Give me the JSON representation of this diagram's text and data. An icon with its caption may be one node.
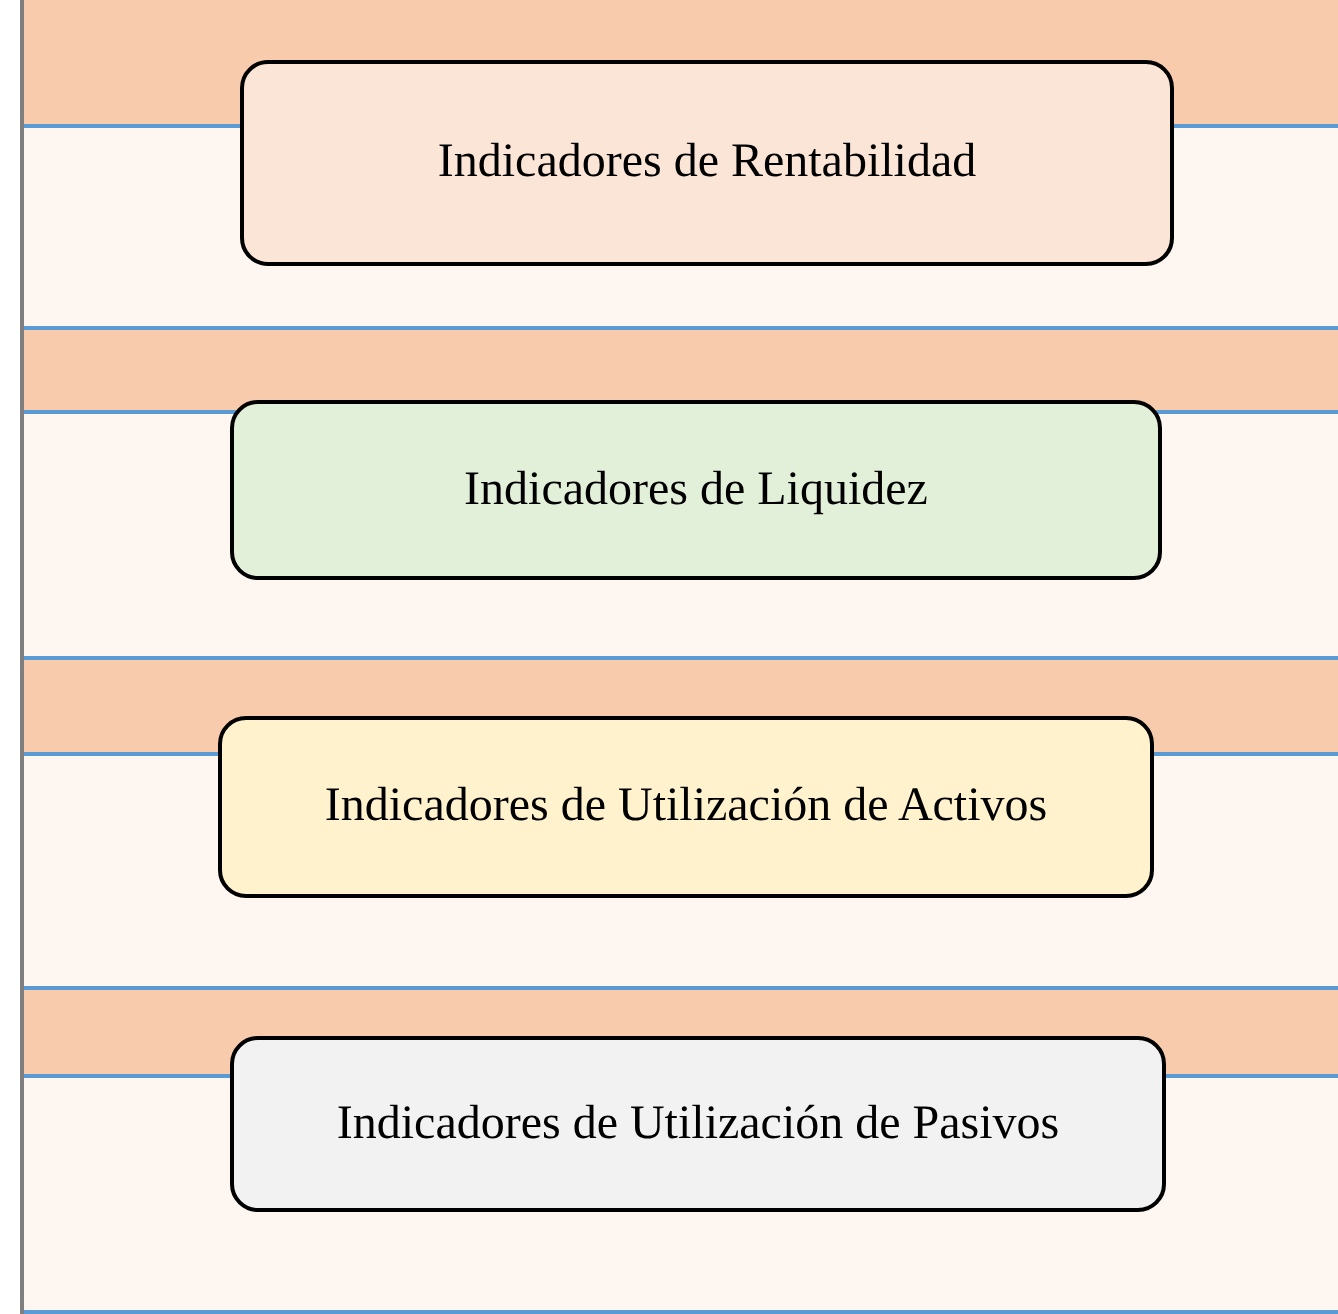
{
  "diagram": {
    "nodes": [
      {
        "text": [
          "Indicadores de Rentabilidad"
        ]
      },
      {
        "text": [
          "Indicadores de Liquidez"
        ]
      },
      {
        "text": [
          "Indicadores de Utilización de Activos"
        ]
      },
      {
        "text": [
          "Indicadores de Utilización de Pasivos"
        ]
      }
    ],
    "edges": []
  }
}
